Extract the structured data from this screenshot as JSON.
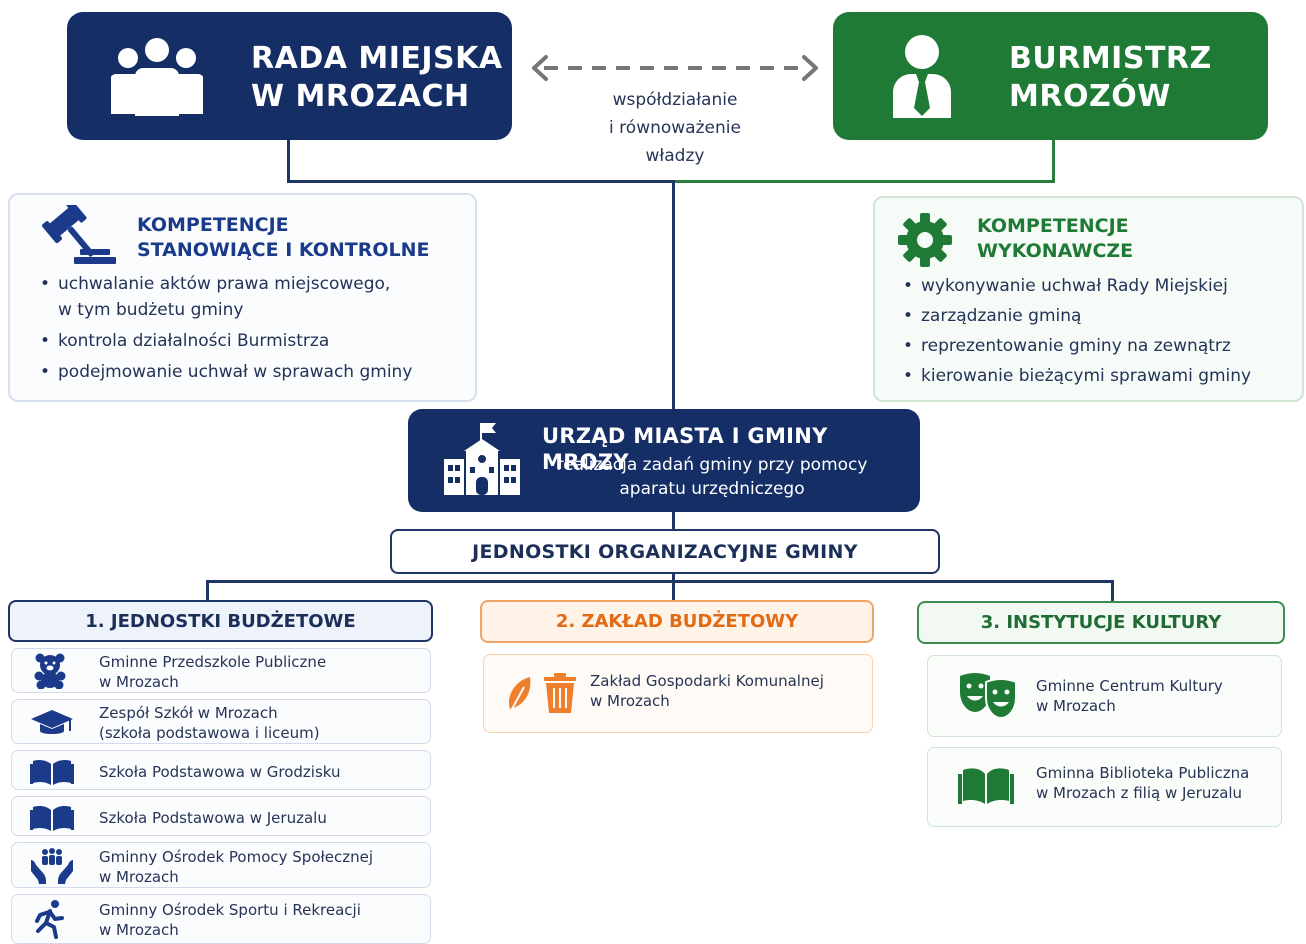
{
  "rada": {
    "title": "RADA MIEJSKA\nW MROZACH",
    "icon": "people-group-icon"
  },
  "burmistrz": {
    "title": "BURMISTRZ\nMROZÓW",
    "icon": "person-tie-icon"
  },
  "cooperation": {
    "text": "współdziałanie\ni równoważenie\nwładzy"
  },
  "komp_rada": {
    "title": "KOMPETENCJE\nSTANOWIĄCE I KONTROLNE",
    "icon": "gavel-icon",
    "items": [
      "uchwalanie aktów prawa miejscowego,\nw tym budżetu gminy",
      "kontrola działalności Burmistrza",
      "podejmowanie uchwał w sprawach gminy"
    ]
  },
  "komp_burm": {
    "title": "KOMPETENCJE\nWYKONAWCZE",
    "icon": "gear-icon",
    "items": [
      "wykonywanie uchwał Rady Miejskiej",
      "zarządzanie gminą",
      "reprezentowanie gminy na zewnątrz",
      "kierowanie bieżącymi sprawami gminy"
    ]
  },
  "urzad": {
    "title": "URZĄD MIASTA I GMINY MROZY",
    "subtitle": "realizacja zadań gminy przy pomocy\naparatu urzędniczego",
    "icon": "town-hall-icon"
  },
  "jednostki": {
    "title": "JEDNOSTKI ORGANIZACYJNE GMINY"
  },
  "categories": {
    "budzetowe": {
      "title": "1. JEDNOSTKI BUDŻETOWE",
      "units": [
        {
          "label": "Gminne Przedszkole Publiczne\nw Mrozach",
          "icon": "teddy-bear-icon"
        },
        {
          "label": "Zespół Szkół w Mrozach\n(szkoła podstawowa i liceum)",
          "icon": "graduation-cap-icon"
        },
        {
          "label": "Szkoła Podstawowa w Grodzisku",
          "icon": "open-book-icon"
        },
        {
          "label": "Szkoła Podstawowa w Jeruzalu",
          "icon": "open-book-icon"
        },
        {
          "label": "Gminny Ośrodek Pomocy Społecznej\nw Mrozach",
          "icon": "caring-hands-icon"
        },
        {
          "label": "Gminny Ośrodek Sportu i Rekreacji\nw Mrozach",
          "icon": "runner-icon"
        }
      ]
    },
    "zaklad": {
      "title": "2. ZAKŁAD BUDŻETOWY",
      "units": [
        {
          "label": "Zakład Gospodarki Komunalnej\nw Mrozach",
          "icon": "leaf-trash-icon"
        }
      ]
    },
    "kultura": {
      "title": "3. INSTYTUCJE KULTURY",
      "units": [
        {
          "label": "Gminne Centrum Kultury\nw Mrozach",
          "icon": "theater-masks-icon"
        },
        {
          "label": "Gminna Biblioteka Publiczna\nw Mrozach z filią w Jeruzalu",
          "icon": "open-book-icon"
        }
      ]
    }
  },
  "colors": {
    "navy": "#152e66",
    "green": "#1f7a36",
    "orange": "#e36a14"
  }
}
